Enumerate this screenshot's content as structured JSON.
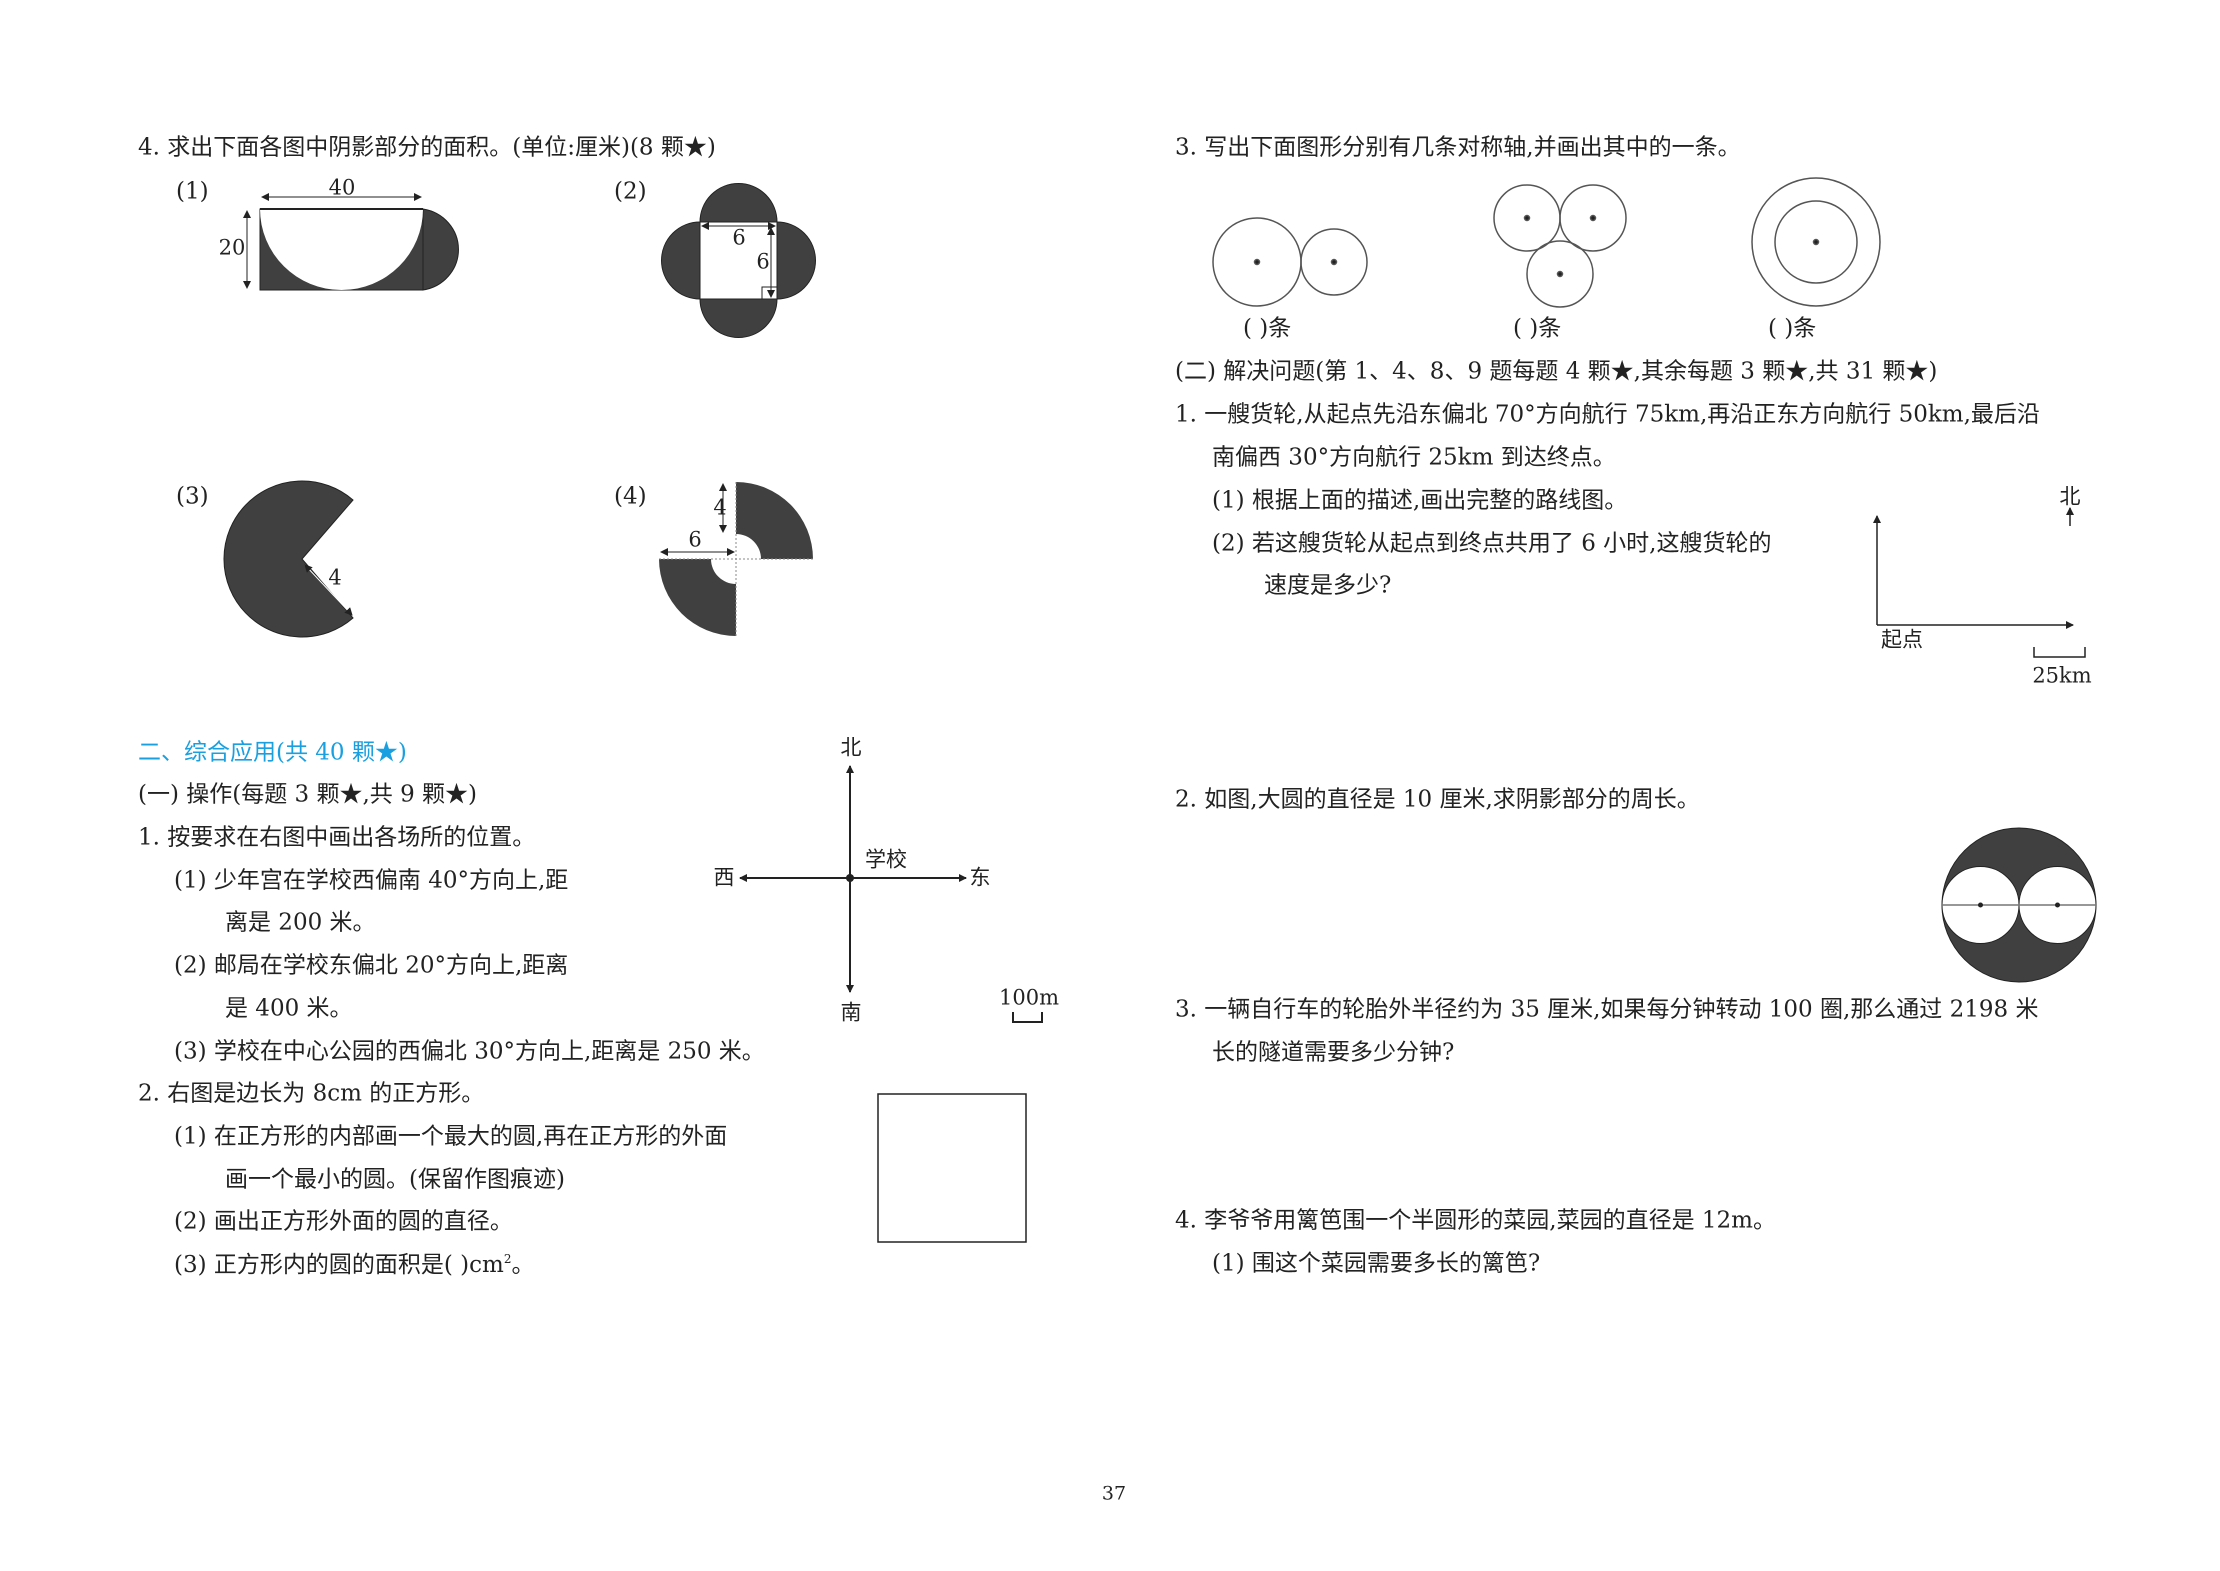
{
  "left": {
    "q4": {
      "title": "4. 求出下面各图中阴影部分的面积。(单位:厘米)(8 颗★)",
      "labels": [
        "(1)",
        "(2)",
        "(3)",
        "(4)"
      ],
      "fig1": {
        "width": "40",
        "height": "20"
      },
      "fig2": {
        "side_a": "6",
        "side_b": "6"
      },
      "fig3": {
        "radius": "4"
      },
      "fig4": {
        "vertical": "4",
        "horizontal": "6"
      }
    },
    "section2": {
      "heading": "二、综合应用(共 40 颗★)",
      "part1": "(一) 操作(每题 3 颗★,共 9 颗★)",
      "q1": {
        "title": "1. 按要求在右图中画出各场所的位置。",
        "items": [
          "(1) 少年宫在学校西偏南 40°方向上,距",
          "离是 200 米。",
          "(2) 邮局在学校东偏北 20°方向上,距离",
          "是 400 米。",
          "(3) 学校在中心公园的西偏北 30°方向上,距离是 250 米。"
        ],
        "compass": {
          "north": "北",
          "south": "南",
          "west": "西",
          "east": "东",
          "center": "学校",
          "scale": "100m"
        }
      },
      "q2": {
        "title": "2. 右图是边长为 8cm 的正方形。",
        "items": [
          "(1) 在正方形的内部画一个最大的圆,再在正方形的外面",
          "画一个最小的圆。(保留作图痕迹)",
          "(2) 画出正方形外面的圆的直径。",
          "(3) 正方形内的圆的面积是(          )cm",
          "2",
          "。"
        ]
      }
    }
  },
  "right": {
    "q3": {
      "title": "3. 写出下面图形分别有几条对称轴,并画出其中的一条。",
      "blanks": [
        "(      )条",
        "(      )条",
        "(      )条"
      ]
    },
    "part2": "(二) 解决问题(第 1、4、8、9 题每题 4 颗★,其余每题 3 颗★,共 31 颗★)",
    "p1": {
      "lines": [
        "1. 一艘货轮,从起点先沿东偏北 70°方向航行 75km,再沿正东方向航行 50km,最后沿",
        "南偏西 30°方向航行 25km 到达终点。",
        "(1) 根据上面的描述,画出完整的路线图。",
        "(2) 若这艘货轮从起点到终点共用了 6 小时,这艘货轮的",
        "速度是多少?"
      ],
      "north": "北",
      "start": "起点",
      "scale": "25km"
    },
    "p2": {
      "title": "2. 如图,大圆的直径是 10 厘米,求阴影部分的周长。"
    },
    "p3": {
      "lines": [
        "3. 一辆自行车的轮胎外半径约为 35 厘米,如果每分钟转动 100 圈,那么通过 2198 米",
        "长的隧道需要多少分钟?"
      ]
    },
    "p4": {
      "lines": [
        "4. 李爷爷用篱笆围一个半圆形的菜园,菜园的直径是 12m。",
        "(1) 围这个菜园需要多长的篱笆?"
      ]
    }
  },
  "page_number": "37",
  "colors": {
    "text": "#222222",
    "heading": "#1aa0e0",
    "shade": "#404040"
  }
}
